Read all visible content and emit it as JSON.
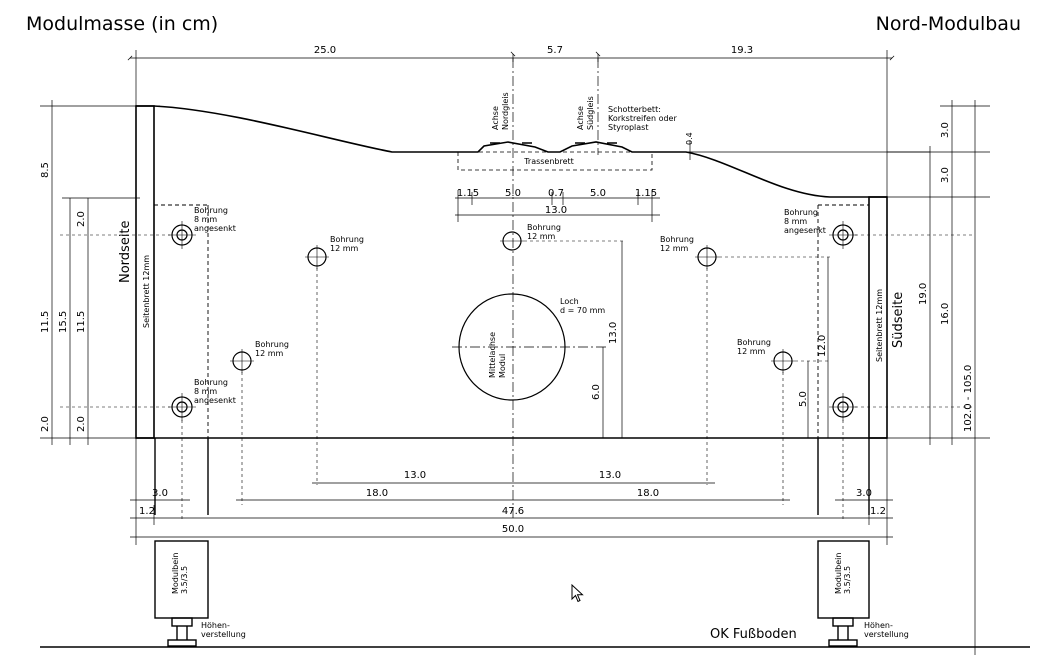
{
  "header": {
    "title_left": "Modulmasse (in cm)",
    "title_right": "Nord-Modulbau"
  },
  "side_labels": {
    "north": "Nordseite",
    "south": "Südseite",
    "side_board_left": "Seitenbrett 12mm",
    "side_board_right": "Seitenbrett 12mm"
  },
  "track": {
    "axis_north_1": "Achse",
    "axis_north_2": "Nordgleis",
    "axis_south_1": "Achse",
    "axis_south_2": "Südgleis",
    "ballast_1": "Schotterbett:",
    "ballast_2": "Korkstreifen oder",
    "ballast_3": "Styroplast",
    "trassenbrett": "Trassenbrett"
  },
  "holes": {
    "drill_title": "Bohrung",
    "drill_12": "12 mm",
    "drill_8": "8 mm",
    "countersunk": "angesenkt",
    "big_hole_1": "Loch",
    "big_hole_2": "d = 70 mm",
    "center_axis_1": "Mittelachse",
    "center_axis_2": "Modul"
  },
  "legs": {
    "leg_1": "Modulbein",
    "leg_2": "3.5/3.5",
    "height_1": "Höhen-",
    "height_2": "verstellung",
    "floor": "OK Fußboden"
  },
  "dims": {
    "top_a": "25.0",
    "top_b": "5.7",
    "top_c": "19.3",
    "d_1_15": "1.15",
    "d_5_0": "5.0",
    "d_0_7": "0.7",
    "d_13_0": "13.0",
    "d_0_4": "0.4",
    "d_18_0": "18.0",
    "d_3_0": "3.0",
    "d_1_2": "1.2",
    "d_47_6": "47.6",
    "d_50_0": "50.0",
    "d_8_5": "8.5",
    "d_11_5": "11.5",
    "d_15_5": "15.5",
    "d_2_0": "2.0",
    "d_6_0": "6.0",
    "d_12_0": "12.0",
    "d_19_0": "19.0",
    "d_16_0": "16.0",
    "d_102": "102.0 - 105.0"
  }
}
